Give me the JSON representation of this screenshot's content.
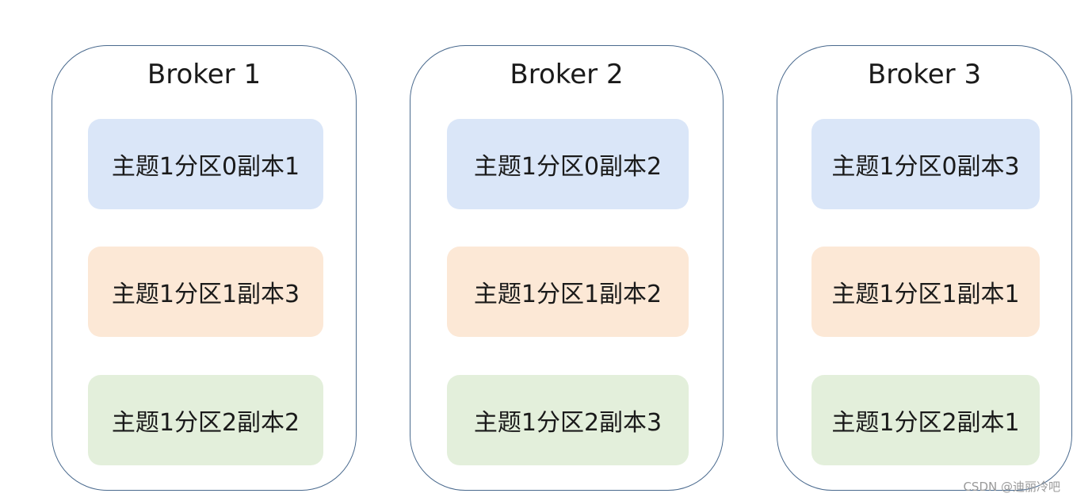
{
  "brokers": [
    {
      "title": "Broker 1",
      "partitions": [
        {
          "label": "主题1分区0副本1",
          "color": "#dae6f8"
        },
        {
          "label": "主题1分区1副本3",
          "color": "#fce8d6"
        },
        {
          "label": "主题1分区2副本2",
          "color": "#e3efdb"
        }
      ]
    },
    {
      "title": "Broker 2",
      "partitions": [
        {
          "label": "主题1分区0副本2",
          "color": "#dae6f8"
        },
        {
          "label": "主题1分区1副本2",
          "color": "#fce8d6"
        },
        {
          "label": "主题1分区2副本3",
          "color": "#e3efdb"
        }
      ]
    },
    {
      "title": "Broker 3",
      "partitions": [
        {
          "label": "主题1分区0副本3",
          "color": "#dae6f8"
        },
        {
          "label": "主题1分区1副本1",
          "color": "#fce8d6"
        },
        {
          "label": "主题1分区2副本1",
          "color": "#e3efdb"
        }
      ]
    }
  ],
  "watermark": "CSDN @迪丽冷吧",
  "colors": {
    "border": "#4a6a8e",
    "partition0": "#dae6f8",
    "partition1": "#fce8d6",
    "partition2": "#e3efdb"
  }
}
